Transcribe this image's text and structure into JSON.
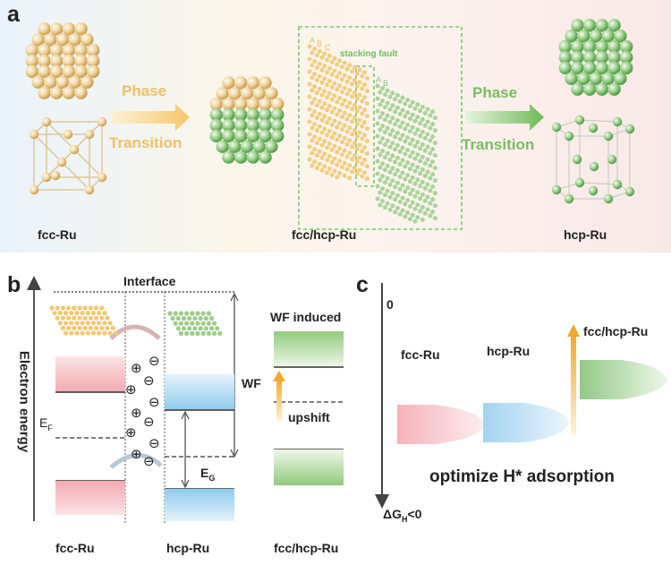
{
  "panel_a": {
    "letter": "a",
    "phase_transition_left": [
      "Phase",
      "Transition"
    ],
    "phase_transition_right": [
      "Phase",
      "Transition"
    ],
    "stacking_fault": "stacking fault",
    "layer_labels_left": [
      "A",
      "B",
      "C"
    ],
    "layer_labels_right": [
      "A",
      "B"
    ],
    "captions": [
      "fcc-Ru",
      "fcc/hcp-Ru",
      "hcp-Ru"
    ]
  },
  "panel_b": {
    "letter": "b",
    "interface": "Interface",
    "axis_label": "Electron  energy",
    "ef_main": "E",
    "ef_sub": "F",
    "eg_main": "E",
    "eg_sub": "G",
    "wf": "WF",
    "wf_induced": "WF induced",
    "upshift": "upshift",
    "plus": "⊕",
    "minus": "⊖",
    "captions": [
      "fcc-Ru",
      "hcp-Ru",
      "fcc/hcp-Ru"
    ]
  },
  "panel_c": {
    "letter": "c",
    "zero": "0",
    "dg_main": "ΔG",
    "dg_sub": "H",
    "dg_tail": "<0",
    "labels": [
      "fcc-Ru",
      "hcp-Ru",
      "fcc/hcp-Ru"
    ],
    "optimize": "optimize H* adsorption"
  },
  "colors": {
    "gold": "#e8c98a",
    "green": "#8cc17e",
    "pink": "#f5b9bd",
    "blue": "#a6d4ee",
    "arrow_orange": "#f2b53a"
  }
}
